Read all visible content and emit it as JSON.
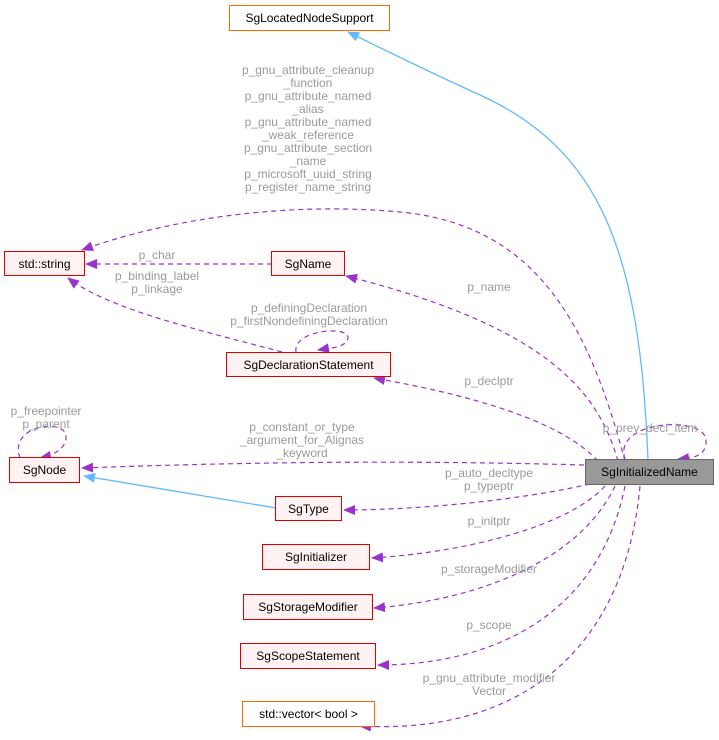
{
  "nodes": {
    "located": "SgLocatedNodeSupport",
    "string": "std::string",
    "name": "SgName",
    "decl": "SgDeclarationStatement",
    "node": "SgNode",
    "init_name": "SgInitializedName",
    "type": "SgType",
    "initializer": "SgInitializer",
    "storage": "SgStorageModifier",
    "scope": "SgScopeStatement",
    "vector": "std::vector< bool >"
  },
  "labels": {
    "string_edge": [
      "p_gnu_attribute_cleanup",
      "_function",
      "p_gnu_attribute_named",
      "_alias",
      "p_gnu_attribute_named",
      "_weak_reference",
      "p_gnu_attribute_section",
      "_name",
      "p_microsoft_uuid_string",
      "p_register_name_string"
    ],
    "p_char": [
      "p_char"
    ],
    "binding": [
      "p_binding_label",
      "p_linkage"
    ],
    "decl_self": [
      "p_definingDeclaration",
      "p_firstNondefiningDeclaration"
    ],
    "p_name": [
      "p_name"
    ],
    "p_declptr": [
      "p_declptr"
    ],
    "node_self": [
      "p_freepointer",
      "p_parent"
    ],
    "constant": [
      "p_constant_or_type",
      "_argument_for_Alignas",
      "_keyword"
    ],
    "prev_decl": [
      "p_prev_decl_item"
    ],
    "typeptr": [
      "p_auto_decltype",
      "p_typeptr"
    ],
    "initptr": [
      "p_initptr"
    ],
    "storage_mod": [
      "p_storageModifier"
    ],
    "p_scope": [
      "p_scope"
    ],
    "gnu_vector": [
      "p_gnu_attribute_modifier",
      "Vector"
    ]
  },
  "colors": {
    "purple": "#9a32cd",
    "blue": "#63b8ff",
    "red_border": "#e00000",
    "orange_border": "#ff6a00",
    "label_gray": "#9a9a9a"
  }
}
